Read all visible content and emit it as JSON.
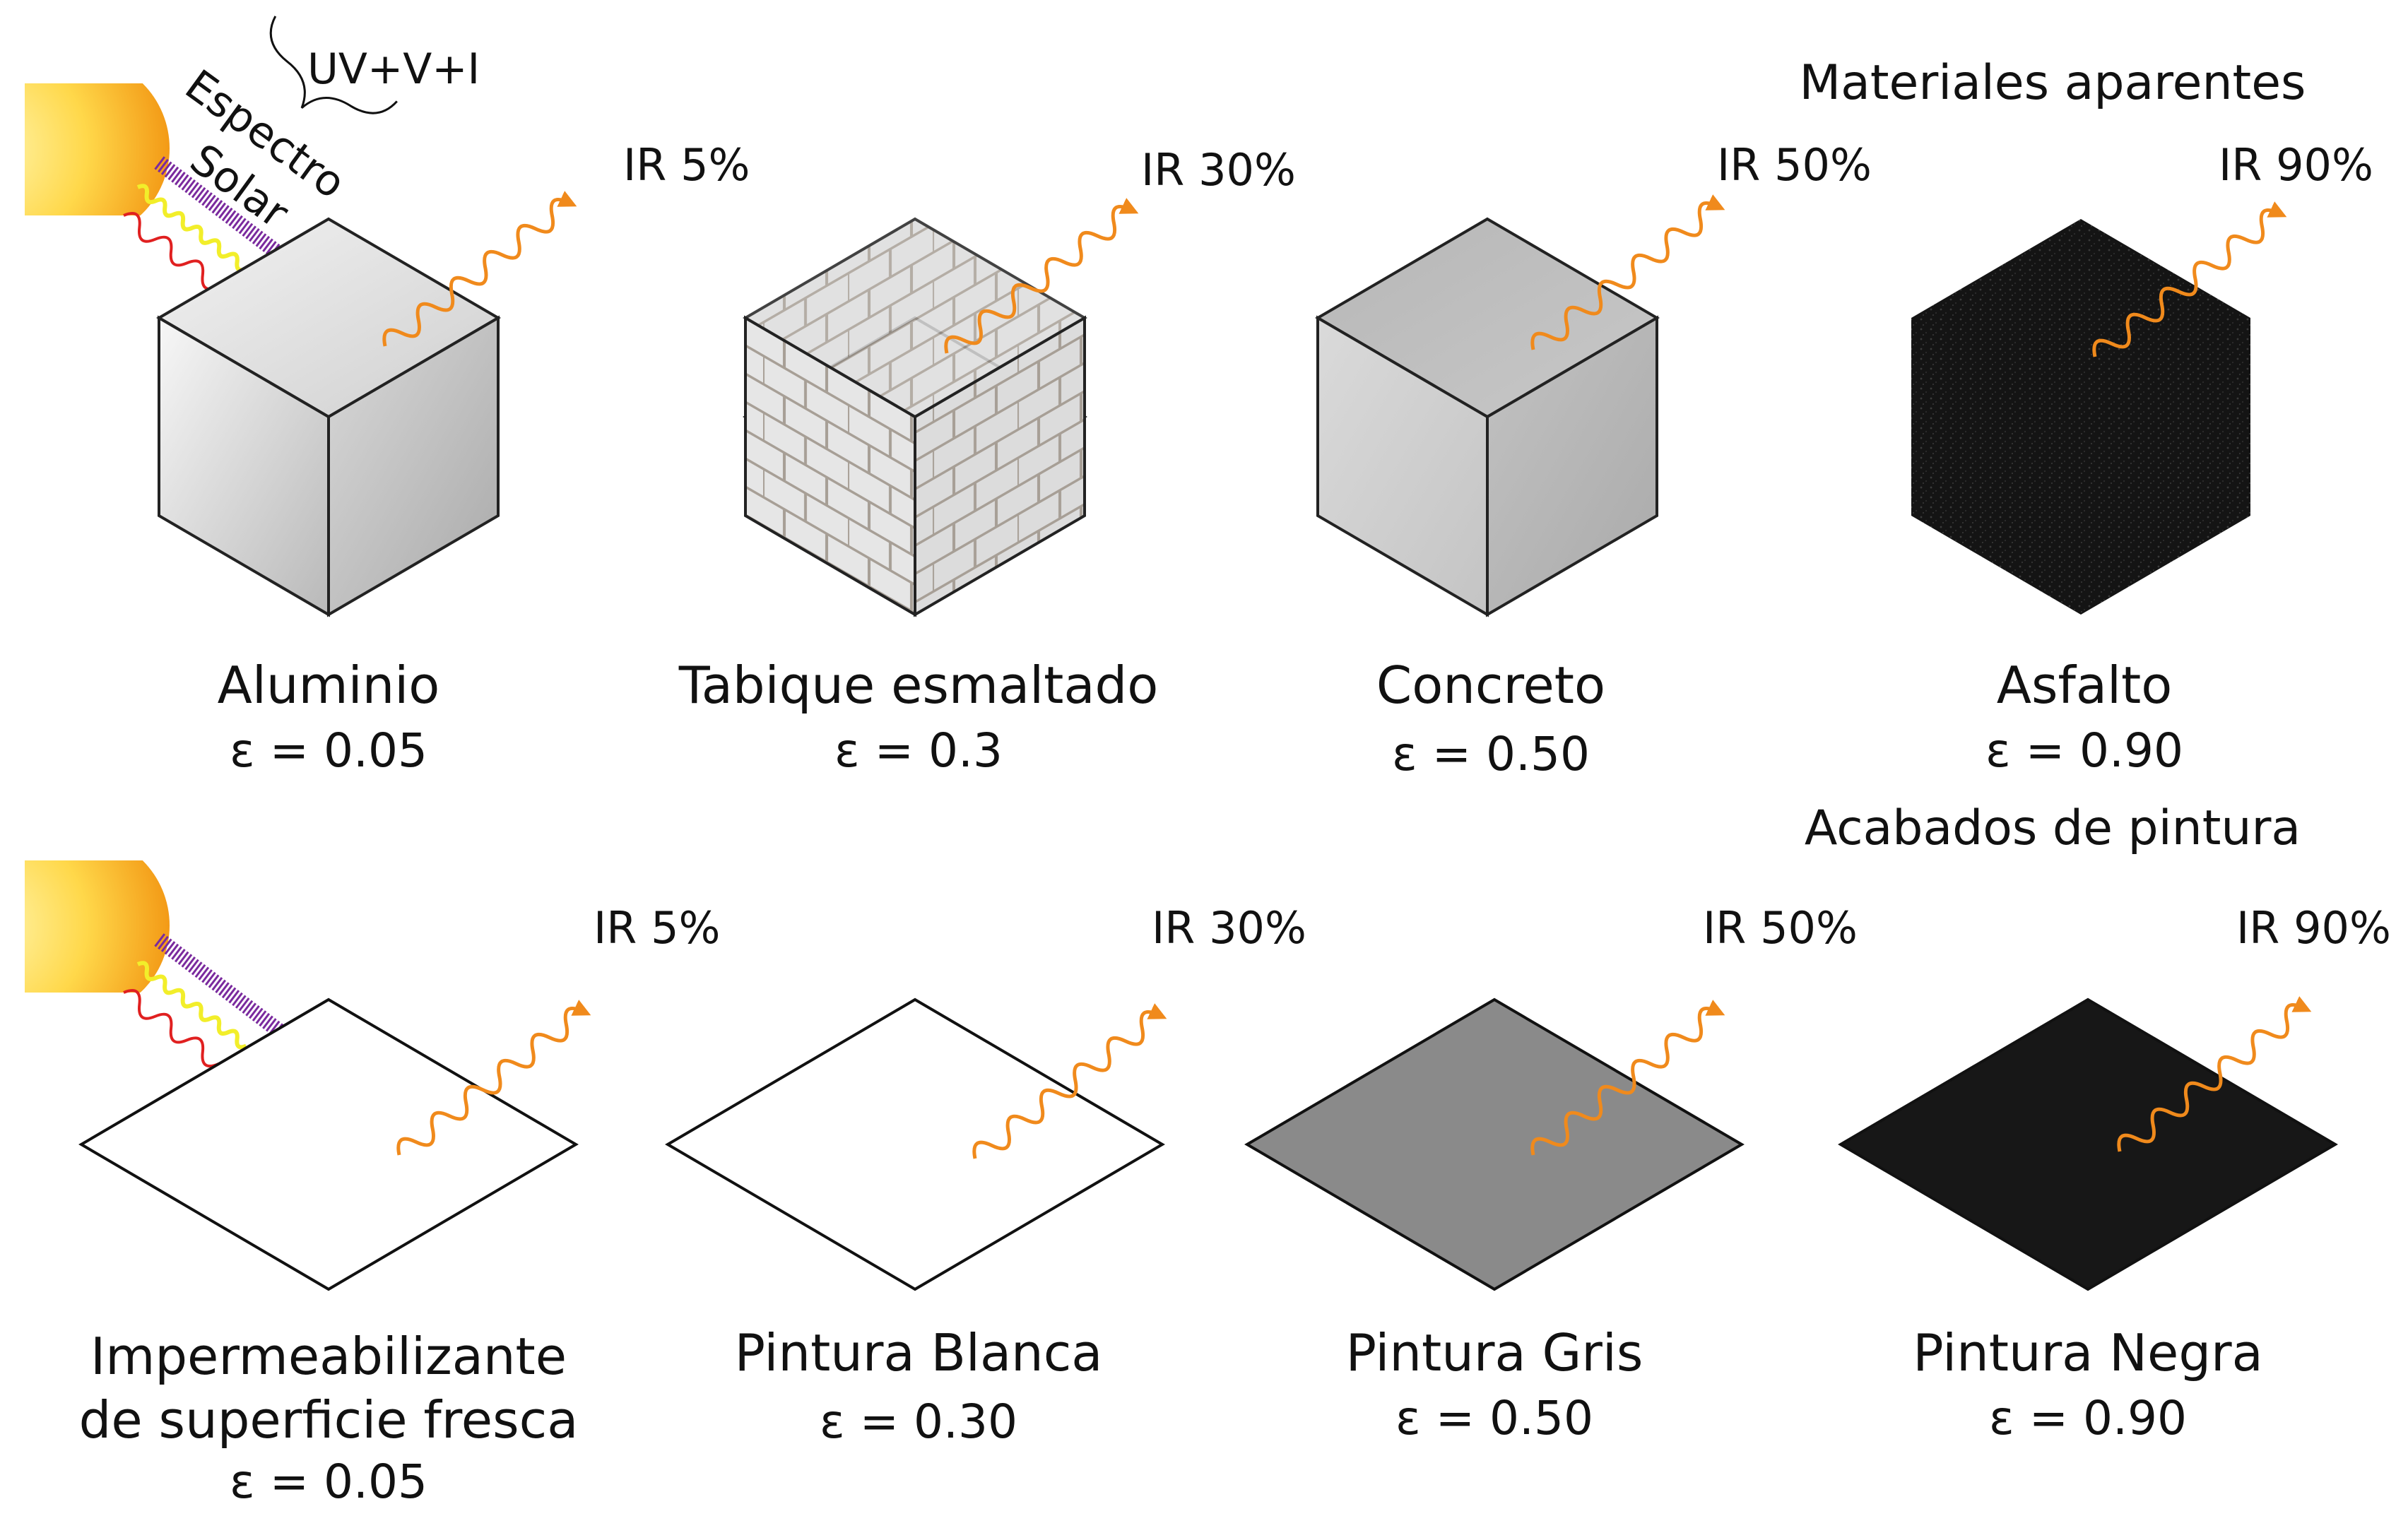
{
  "sections": {
    "top_title": "Materiales aparentes",
    "bottom_title": "Acabados de pintura"
  },
  "solar": {
    "spectrum_label_line1": "Espectro",
    "spectrum_label_line2": "Solar",
    "bands_label": "UV+V+I"
  },
  "materials": [
    {
      "name": "Aluminio",
      "emissivity": "ε = 0.05",
      "ir": "IR 5%",
      "face_color": "#e3e3e3"
    },
    {
      "name": "Tabique esmaltado",
      "emissivity": "ε = 0.3",
      "ir": "IR 30%",
      "face_color": "#e4e4e4"
    },
    {
      "name": "Concreto",
      "emissivity": "ε = 0.50",
      "ir": "IR 50%",
      "face_color": "#c7c7c7"
    },
    {
      "name": "Asfalto",
      "emissivity": "ε = 0.90",
      "ir": "IR 90%",
      "face_color": "#151515"
    }
  ],
  "paints": [
    {
      "name_line1": "Impermeabilizante",
      "name_line2": "de superficie fresca",
      "emissivity": "ε = 0.05",
      "ir": "IR 5%",
      "fill": "#ffffff"
    },
    {
      "name_line1": "Pintura Blanca",
      "name_line2": "",
      "emissivity": "ε = 0.30",
      "ir": "IR 30%",
      "fill": "#ffffff"
    },
    {
      "name_line1": "Pintura Gris",
      "name_line2": "",
      "emissivity": "ε = 0.50",
      "ir": "IR 50%",
      "fill": "#8a8a8a"
    },
    {
      "name_line1": "Pintura Negra",
      "name_line2": "",
      "emissivity": "ε = 0.90",
      "ir": "IR 90%",
      "fill": "#171717"
    }
  ],
  "colors": {
    "ir_wave": "#f08a1c",
    "uv": "#7a2a9e",
    "visible": "#f2ee2a",
    "infrared_in": "#e02020",
    "sun_core": "#ffe680",
    "sun_edge": "#f6a31c"
  }
}
